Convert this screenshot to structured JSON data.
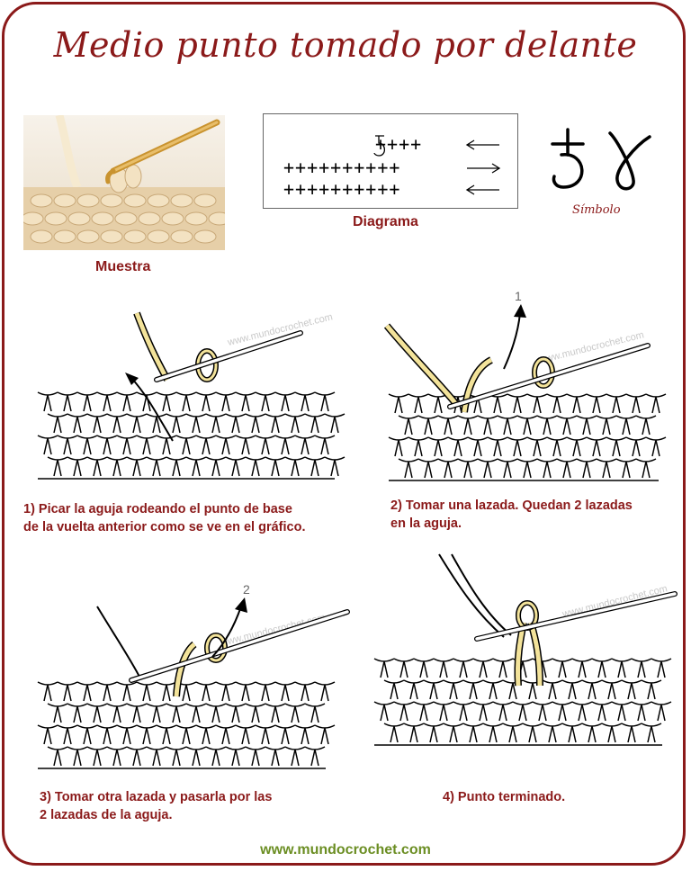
{
  "title": "Medio punto tomado por delante",
  "muestra_label": "Muestra",
  "diagrama_label": "Diagrama",
  "simbolo_label": "Símbolo",
  "watermark": "www.mundocrochet.com",
  "diagram_rows": [
    {
      "marks": "++++",
      "arrow": "left"
    },
    {
      "marks": "++++++++++",
      "arrow": "right"
    },
    {
      "marks": "++++++++++",
      "arrow": "left"
    }
  ],
  "arrow_labels": [
    "1",
    "2"
  ],
  "steps": [
    {
      "number": "1",
      "lines": [
        "1) Picar la aguja rodeando el punto de base",
        "de la vuelta anterior como se ve en el gráfico."
      ]
    },
    {
      "number": "2",
      "lines": [
        "2) Tomar una lazada. Quedan 2 lazadas",
        "en la aguja."
      ]
    },
    {
      "number": "3",
      "lines": [
        "3) Tomar otra lazada y pasarla por las",
        "2 lazadas de la aguja."
      ]
    },
    {
      "number": "4",
      "lines": [
        "4) Punto terminado."
      ]
    }
  ],
  "footer": "www.mundocrochet.com",
  "colors": {
    "accent": "#8b1a1a",
    "footer": "#6b8e23",
    "yarn": "#f3e39a"
  }
}
